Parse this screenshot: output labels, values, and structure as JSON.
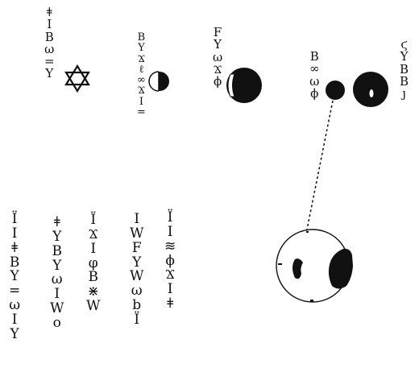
{
  "top_columns": [
    {
      "glyphs": [
        "ǂ",
        "I",
        "B",
        "ω",
        "=",
        "Y"
      ]
    },
    {
      "glyphs": [
        "B",
        "Y",
        "Ϫ",
        "ℓ",
        "∞",
        "Ϫ",
        "I",
        "="
      ]
    },
    {
      "glyphs": [
        "F",
        "Y",
        "ω",
        "Ϫ",
        "ϕ"
      ]
    },
    {
      "glyphs": [
        "B",
        "∞",
        "ω",
        "ϕ"
      ]
    },
    {
      "glyphs": [
        "ϛ",
        "Y",
        "B",
        "B",
        "ȷ"
      ]
    }
  ],
  "bottom_columns": [
    {
      "glyphs": [
        "Ϊ",
        "I",
        "ǂ",
        "B",
        "Y",
        "=",
        "ω",
        "I",
        "Y"
      ]
    },
    {
      "glyphs": [
        "ǂ",
        "Y",
        "B",
        "Y",
        "ω",
        "I",
        "W",
        "o"
      ]
    },
    {
      "glyphs": [
        "Ϊ",
        "Ϫ",
        "I",
        "φ",
        "B",
        "⋇",
        "W"
      ]
    },
    {
      "glyphs": [
        "I",
        "W",
        "F",
        "Y",
        "W",
        "ω",
        "b",
        "Ϊ"
      ]
    },
    {
      "glyphs": [
        "Ϊ",
        "I",
        "≋",
        "ϕ",
        "Ϫ",
        "I",
        "ǂ"
      ]
    }
  ],
  "colors": {
    "ink": "#111111",
    "paper": "#ffffff"
  },
  "symbols": [
    "hexagram-star",
    "half-moon-disc",
    "gibbous-moon-disc",
    "small-planet-disc",
    "large-planet-disc",
    "magnified-disc"
  ]
}
